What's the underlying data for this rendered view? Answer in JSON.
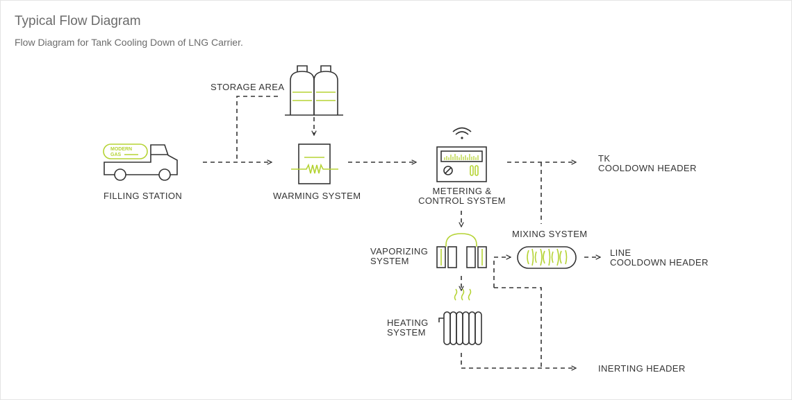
{
  "header": {
    "title": "Typical Flow Diagram",
    "subtitle": "Flow Diagram for Tank Cooling Down of LNG Carrier."
  },
  "nodes": {
    "filling_station": "FILLING STATION",
    "truck_tank_text_1": "MODERN",
    "truck_tank_text_2": "GAS",
    "storage_area": "STORAGE AREA",
    "warming_system": "WARMING SYSTEM",
    "metering_line1": "METERING &",
    "metering_line2": "CONTROL SYSTEM",
    "vaporizing_line1": "VAPORIZING",
    "vaporizing_line2": "SYSTEM",
    "heating_line1": "HEATING",
    "heating_line2": "SYSTEM",
    "mixing_system": "MIXING SYSTEM",
    "tk_line1": "TK",
    "tk_line2": "COOLDOWN HEADER",
    "line_line1": "LINE",
    "line_line2": "COOLDOWN HEADER",
    "inerting_header": "INERTING HEADER"
  },
  "colors": {
    "accent": "#b5d334",
    "ink": "#333333",
    "muted_text": "#6b6b6b"
  },
  "icons": [
    "truck-icon",
    "storage-tanks-icon",
    "warming-unit-icon",
    "control-panel-icon",
    "wifi-icon",
    "vaporizer-icon",
    "radiator-icon",
    "mixer-icon"
  ]
}
